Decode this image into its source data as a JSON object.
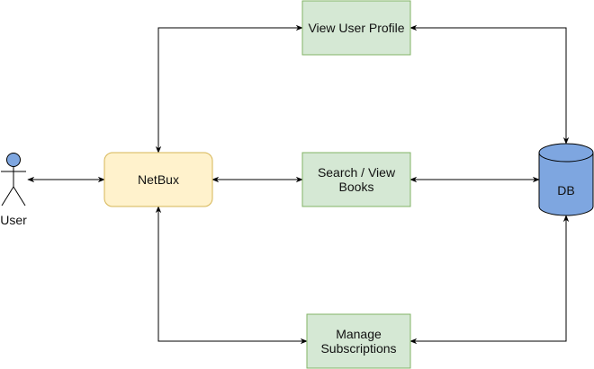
{
  "diagram": {
    "actor": {
      "label": "User",
      "fill": "#7ea6e0",
      "stroke": "#000000"
    },
    "hub": {
      "label": "NetBux",
      "fill": "#fff2cc",
      "stroke": "#d6b656"
    },
    "processes": [
      {
        "id": "view-profile",
        "label": "View User Profile"
      },
      {
        "id": "search-books",
        "label": "Search / View\nBooks"
      },
      {
        "id": "manage-subscriptions",
        "label": "Manage\nSubscriptions"
      }
    ],
    "process_style": {
      "fill": "#d5e8d4",
      "stroke": "#82b366"
    },
    "database": {
      "label": "DB",
      "fill": "#7ea6e0",
      "stroke": "#000000"
    },
    "edges": [
      {
        "from": "User",
        "to": "NetBux",
        "arrows": "both"
      },
      {
        "from": "NetBux",
        "to": "View User Profile",
        "arrows": "both"
      },
      {
        "from": "NetBux",
        "to": "Search / View Books",
        "arrows": "both"
      },
      {
        "from": "NetBux",
        "to": "Manage Subscriptions",
        "arrows": "both"
      },
      {
        "from": "View User Profile",
        "to": "DB",
        "arrows": "both"
      },
      {
        "from": "Search / View Books",
        "to": "DB",
        "arrows": "both"
      },
      {
        "from": "Manage Subscriptions",
        "to": "DB",
        "arrows": "both"
      }
    ],
    "edge_color": "#000000"
  }
}
